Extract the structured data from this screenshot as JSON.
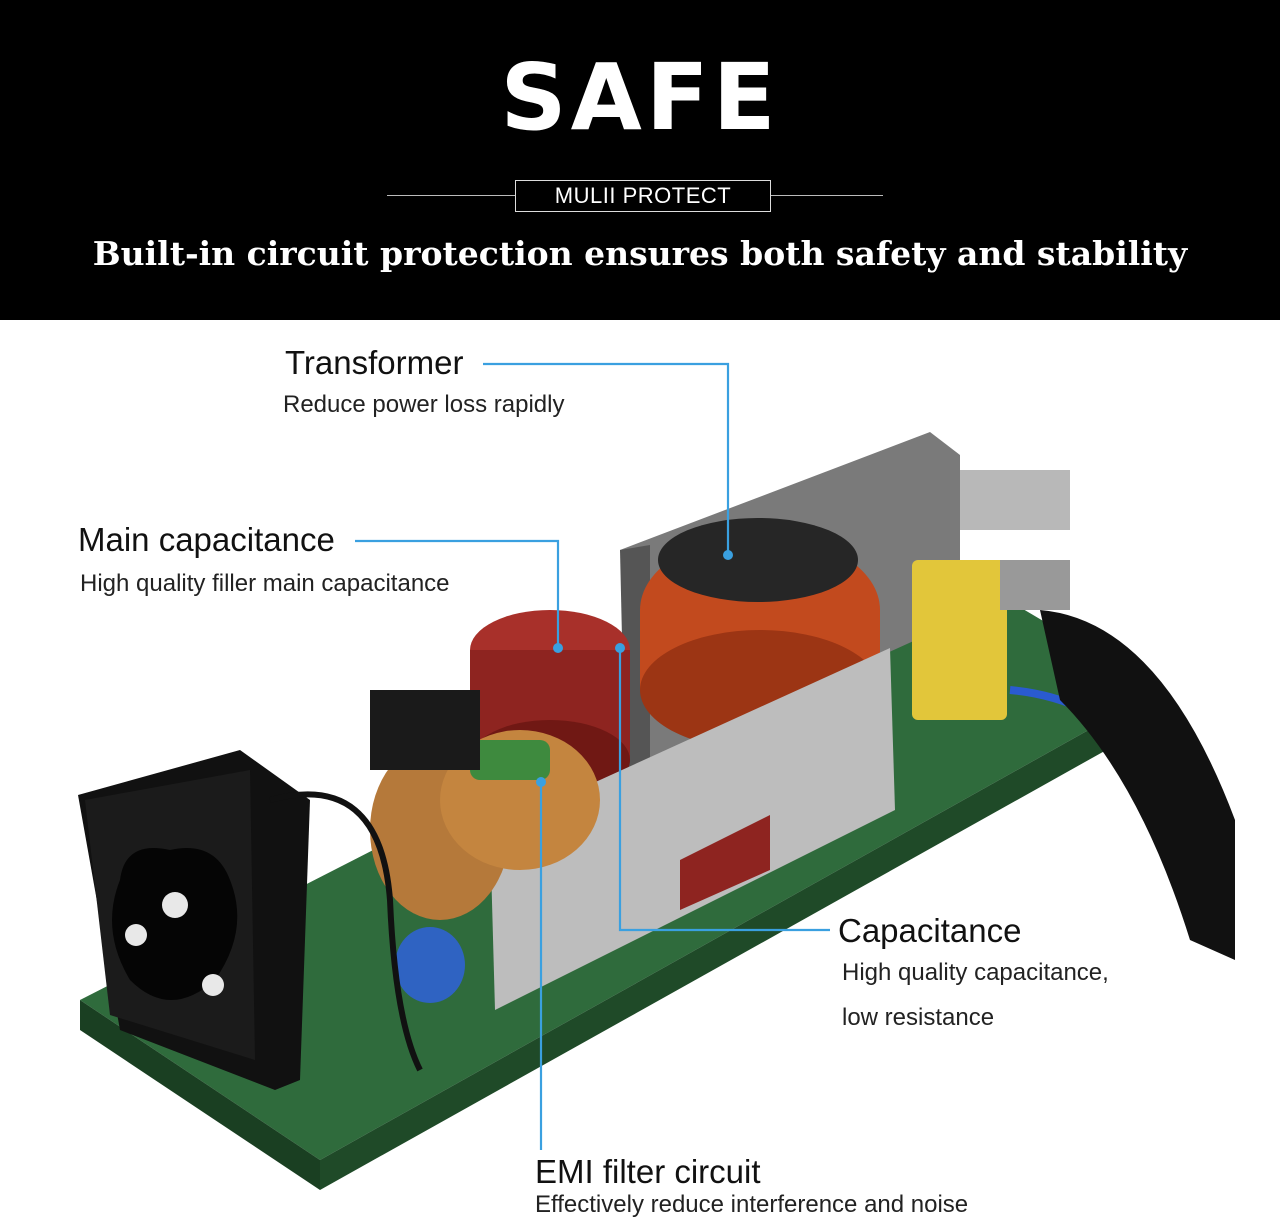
{
  "header": {
    "logo_text": "SAFE",
    "badge": "MULII PROTECT",
    "tagline": "Built-in circuit protection ensures both safety and stability"
  },
  "callouts": {
    "transformer": {
      "title": "Transformer",
      "desc": "Reduce power loss rapidly"
    },
    "main_cap": {
      "title": "Main capacitance",
      "desc": "High quality filler main capacitance"
    },
    "capacitance": {
      "title": "Capacitance",
      "desc_line1": "High quality capacitance,",
      "desc_line2": "low resistance"
    },
    "emi": {
      "title": "EMI filter circuit",
      "desc": "Effectively reduce interference and noise"
    }
  },
  "colors": {
    "header_bg": "#000000",
    "leader_line": "#3aa0e0",
    "pcb": "#2f6b3c",
    "capacitor": "#8e2420",
    "transformer": "#c24a1e"
  }
}
